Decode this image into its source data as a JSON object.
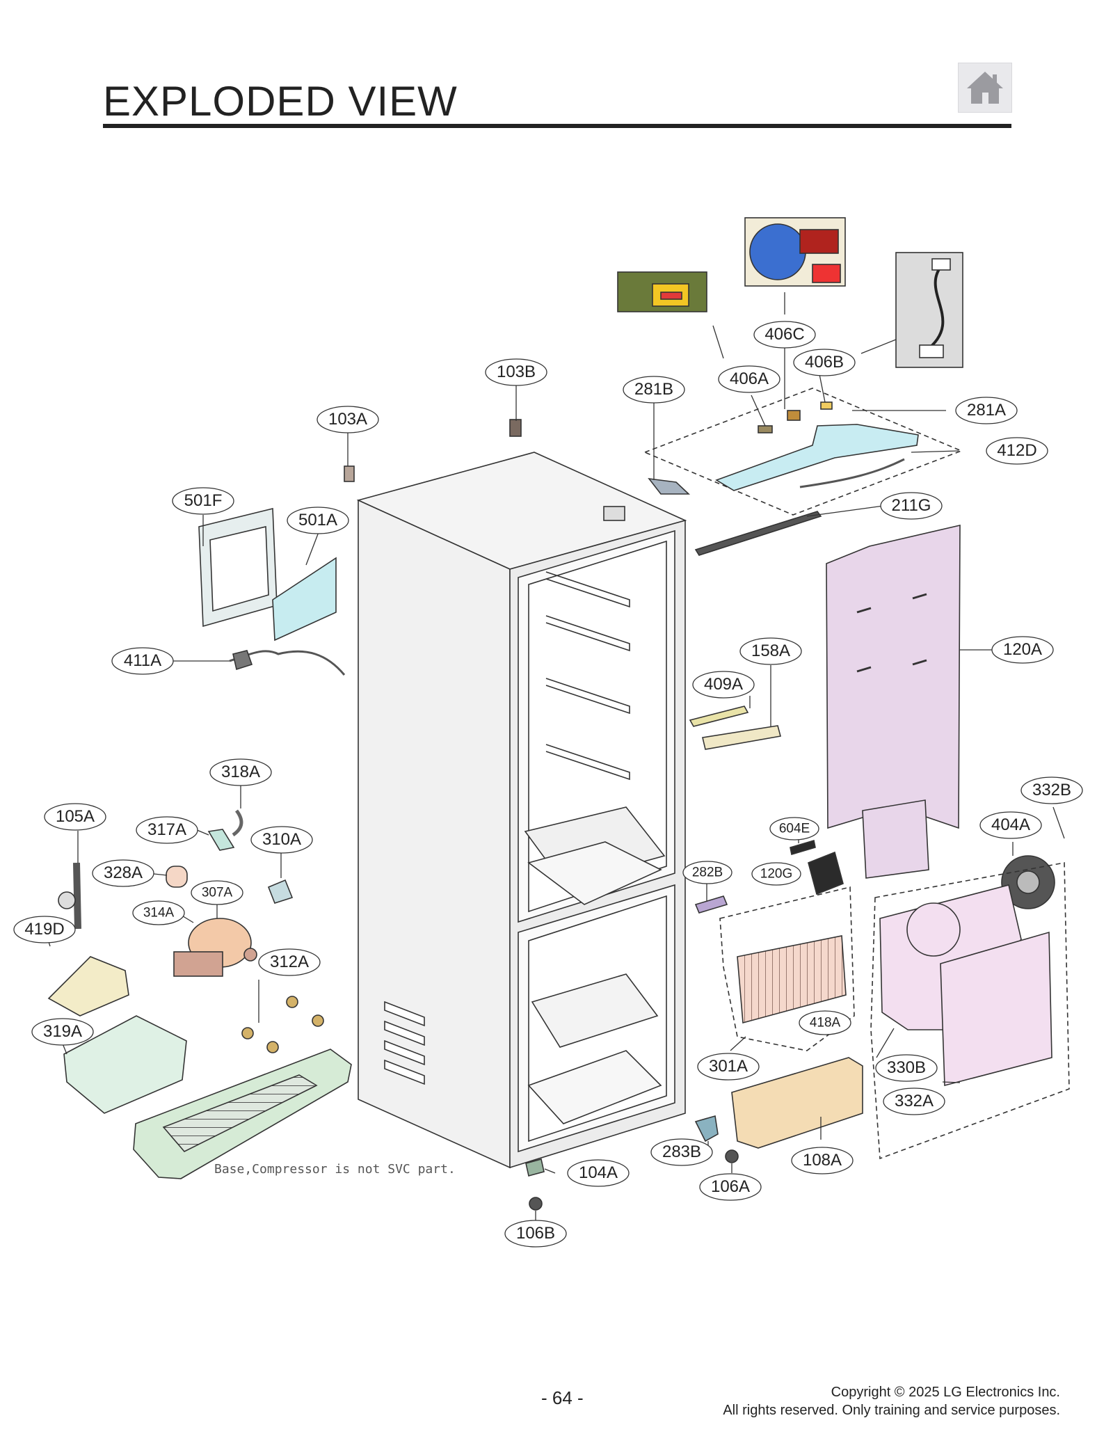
{
  "page": {
    "title": "EXPLODED VIEW",
    "home_icon": "home-icon",
    "page_number": "- 64 -",
    "copyright_line1": "Copyright © 2025 LG Electronics Inc.",
    "copyright_line2": "All rights reserved. Only training and service purposes.",
    "footnote": "Base,Compressor is not SVC part."
  },
  "colors": {
    "outline": "#333333",
    "cabinet_fill": "#f2f2f2",
    "green_parts": "#d6f0e2",
    "cyan_parts": "#c9ecf0",
    "pink_parts": "#ecd6ea",
    "tan_parts": "#f3dcb8",
    "orange_parts": "#f3c9a8",
    "purple_parts": "#c9b3d6",
    "yellow_parts": "#e8e1a8"
  },
  "callouts": [
    {
      "id": "103B",
      "label": "103B"
    },
    {
      "id": "103A",
      "label": "103A"
    },
    {
      "id": "281B",
      "label": "281B"
    },
    {
      "id": "406A",
      "label": "406A"
    },
    {
      "id": "406C",
      "label": "406C"
    },
    {
      "id": "406B",
      "label": "406B"
    },
    {
      "id": "281A",
      "label": "281A"
    },
    {
      "id": "412D",
      "label": "412D"
    },
    {
      "id": "211G",
      "label": "211G"
    },
    {
      "id": "501F",
      "label": "501F"
    },
    {
      "id": "501A",
      "label": "501A"
    },
    {
      "id": "411A",
      "label": "411A"
    },
    {
      "id": "158A",
      "label": "158A"
    },
    {
      "id": "409A",
      "label": "409A"
    },
    {
      "id": "120A",
      "label": "120A"
    },
    {
      "id": "318A",
      "label": "318A"
    },
    {
      "id": "105A",
      "label": "105A"
    },
    {
      "id": "317A",
      "label": "317A"
    },
    {
      "id": "310A",
      "label": "310A"
    },
    {
      "id": "328A",
      "label": "328A"
    },
    {
      "id": "307A",
      "label": "307A"
    },
    {
      "id": "314A",
      "label": "314A"
    },
    {
      "id": "419D",
      "label": "419D"
    },
    {
      "id": "312A",
      "label": "312A"
    },
    {
      "id": "319A",
      "label": "319A"
    },
    {
      "id": "332B",
      "label": "332B"
    },
    {
      "id": "604E",
      "label": "604E"
    },
    {
      "id": "404A",
      "label": "404A"
    },
    {
      "id": "282B",
      "label": "282B"
    },
    {
      "id": "120G",
      "label": "120G"
    },
    {
      "id": "418A",
      "label": "418A"
    },
    {
      "id": "301A",
      "label": "301A"
    },
    {
      "id": "330B",
      "label": "330B"
    },
    {
      "id": "332A",
      "label": "332A"
    },
    {
      "id": "283B",
      "label": "283B"
    },
    {
      "id": "108A",
      "label": "108A"
    },
    {
      "id": "106A",
      "label": "106A"
    },
    {
      "id": "104A",
      "label": "104A"
    },
    {
      "id": "106B",
      "label": "106B"
    }
  ]
}
